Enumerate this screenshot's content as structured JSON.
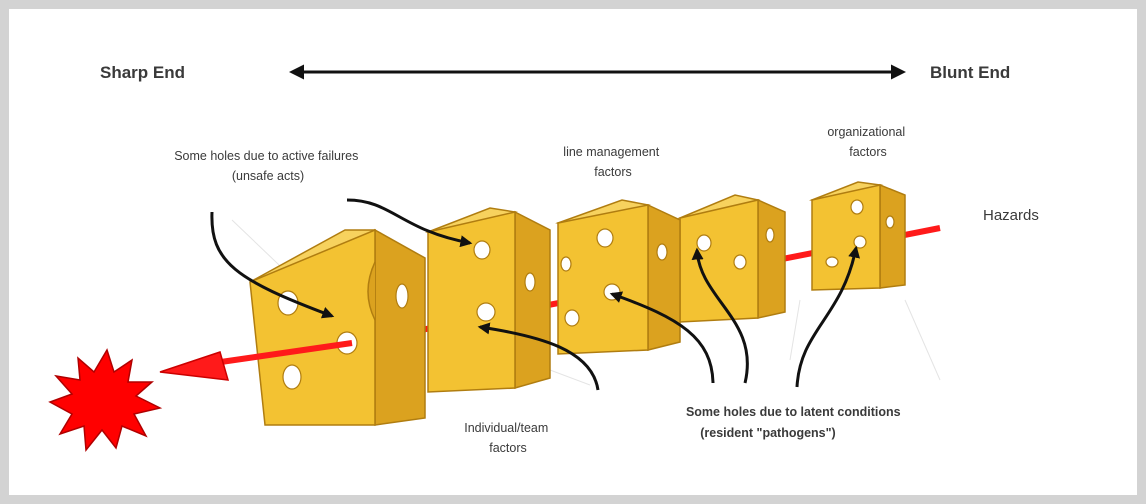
{
  "diagram": {
    "sharp_end": "Sharp End",
    "blunt_end": "Blunt End",
    "hazards": "Hazards",
    "active_failures": [
      "Some holes due to active failures",
      "(unsafe acts)"
    ],
    "line_management": [
      "line management",
      "factors"
    ],
    "organizational": [
      "organizational",
      "factors"
    ],
    "individual_team": [
      "Individual/team",
      "factors"
    ],
    "latent_conditions": [
      "Some holes due to latent conditions",
      "(resident \"pathogens\")"
    ]
  },
  "colors": {
    "cheese": "#f3c232",
    "cheese_side": "#dba21f",
    "trajectory": "#ff1a1a",
    "accident_burst": "#ff0000",
    "frame": "#d3d3d3"
  }
}
